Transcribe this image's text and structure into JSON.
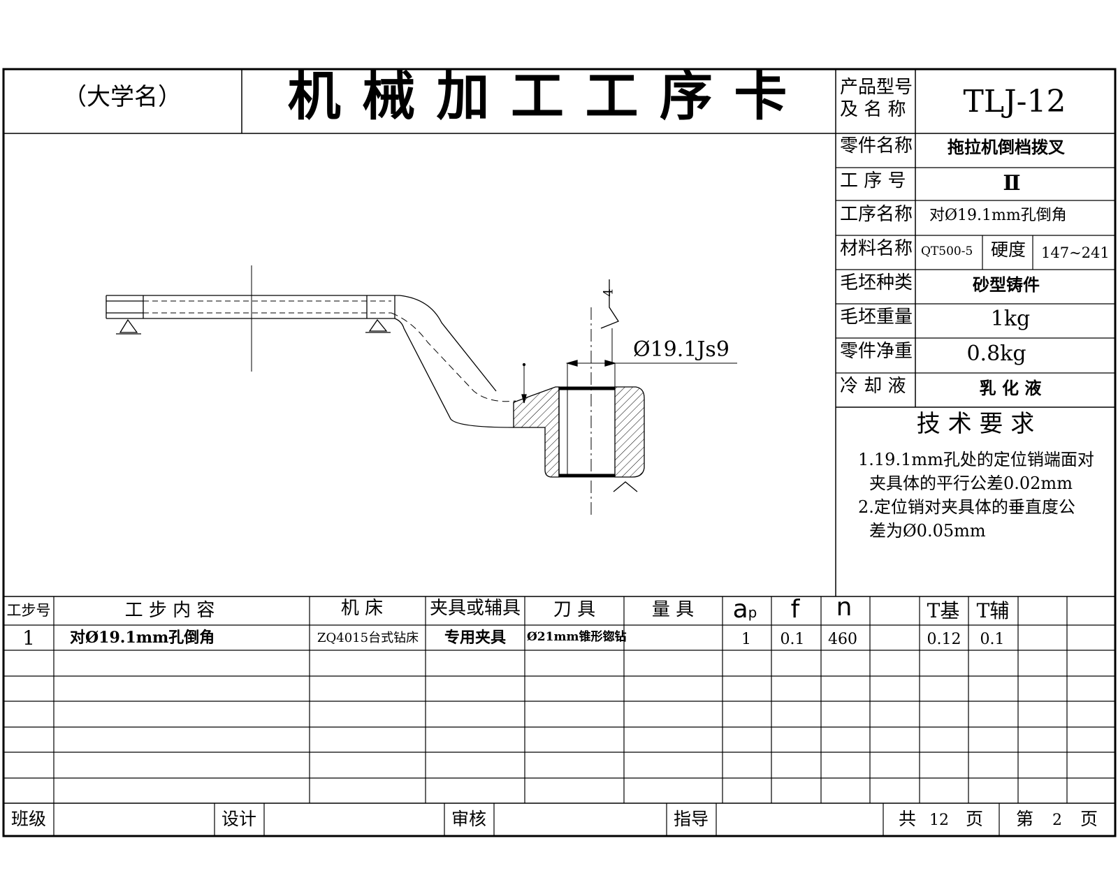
{
  "header": {
    "school": "（大学名）",
    "title": "机 械 加 工 工 序 卡",
    "product_label_1": "产品型号",
    "product_label_2": "及 名 称",
    "product_value": "TLJ-12"
  },
  "info": {
    "part_name_label": "零件名称",
    "part_name_value": "拖拉机倒档拨叉",
    "process_no_label": "工 序 号",
    "process_no_value": "Ⅱ",
    "process_name_label": "工序名称",
    "process_name_value": "对Ø19.1mm孔倒角",
    "material_label": "材料名称",
    "material_value": "QT500-5",
    "hardness_label": "硬度",
    "hardness_value": "147~241",
    "blank_type_label": "毛坯种类",
    "blank_type_value": "砂型铸件",
    "blank_weight_label": "毛坯重量",
    "blank_weight_value": "1kg",
    "net_weight_label": "零件净重",
    "net_weight_value": "0.8kg",
    "coolant_label": "冷 却 液",
    "coolant_value": "乳 化 液"
  },
  "tech": {
    "title": "技 术 要 求",
    "line1": "1.19.1mm孔处的定位销端面对",
    "line2": "夹具体的平行公差0.02mm",
    "line3": "2.定位销对夹具体的垂直度公",
    "line4": "差为Ø0.05mm"
  },
  "drawing": {
    "dimension": "Ø19.1Js9",
    "roughness": "4"
  },
  "table": {
    "headers": {
      "step_no": "工步号",
      "content": "工 步 内 容",
      "machine": "机 床",
      "fixture": "夹具或辅具",
      "tool": "刀 具",
      "gauge": "量 具",
      "ap_main": "a",
      "ap_sub": "p",
      "f": "f",
      "n": "n",
      "t_base": "T基",
      "t_aux": "T辅"
    },
    "row1": {
      "step_no": "1",
      "content": "对Ø19.1mm孔倒角",
      "machine": "ZQ4015台式钻床",
      "fixture": "专用夹具",
      "tool": "Ø21mm锥形锪钻",
      "ap": "1",
      "f": "0.1",
      "n": "460",
      "t_base": "0.12",
      "t_aux": "0.1"
    }
  },
  "footer": {
    "class_label": "班级",
    "design_label": "设计",
    "review_label": "审核",
    "guide_label": "指导",
    "total_prefix": "共",
    "total_pages": "12",
    "total_suffix": "页",
    "page_prefix": "第",
    "page_no": "2",
    "page_suffix": "页"
  }
}
